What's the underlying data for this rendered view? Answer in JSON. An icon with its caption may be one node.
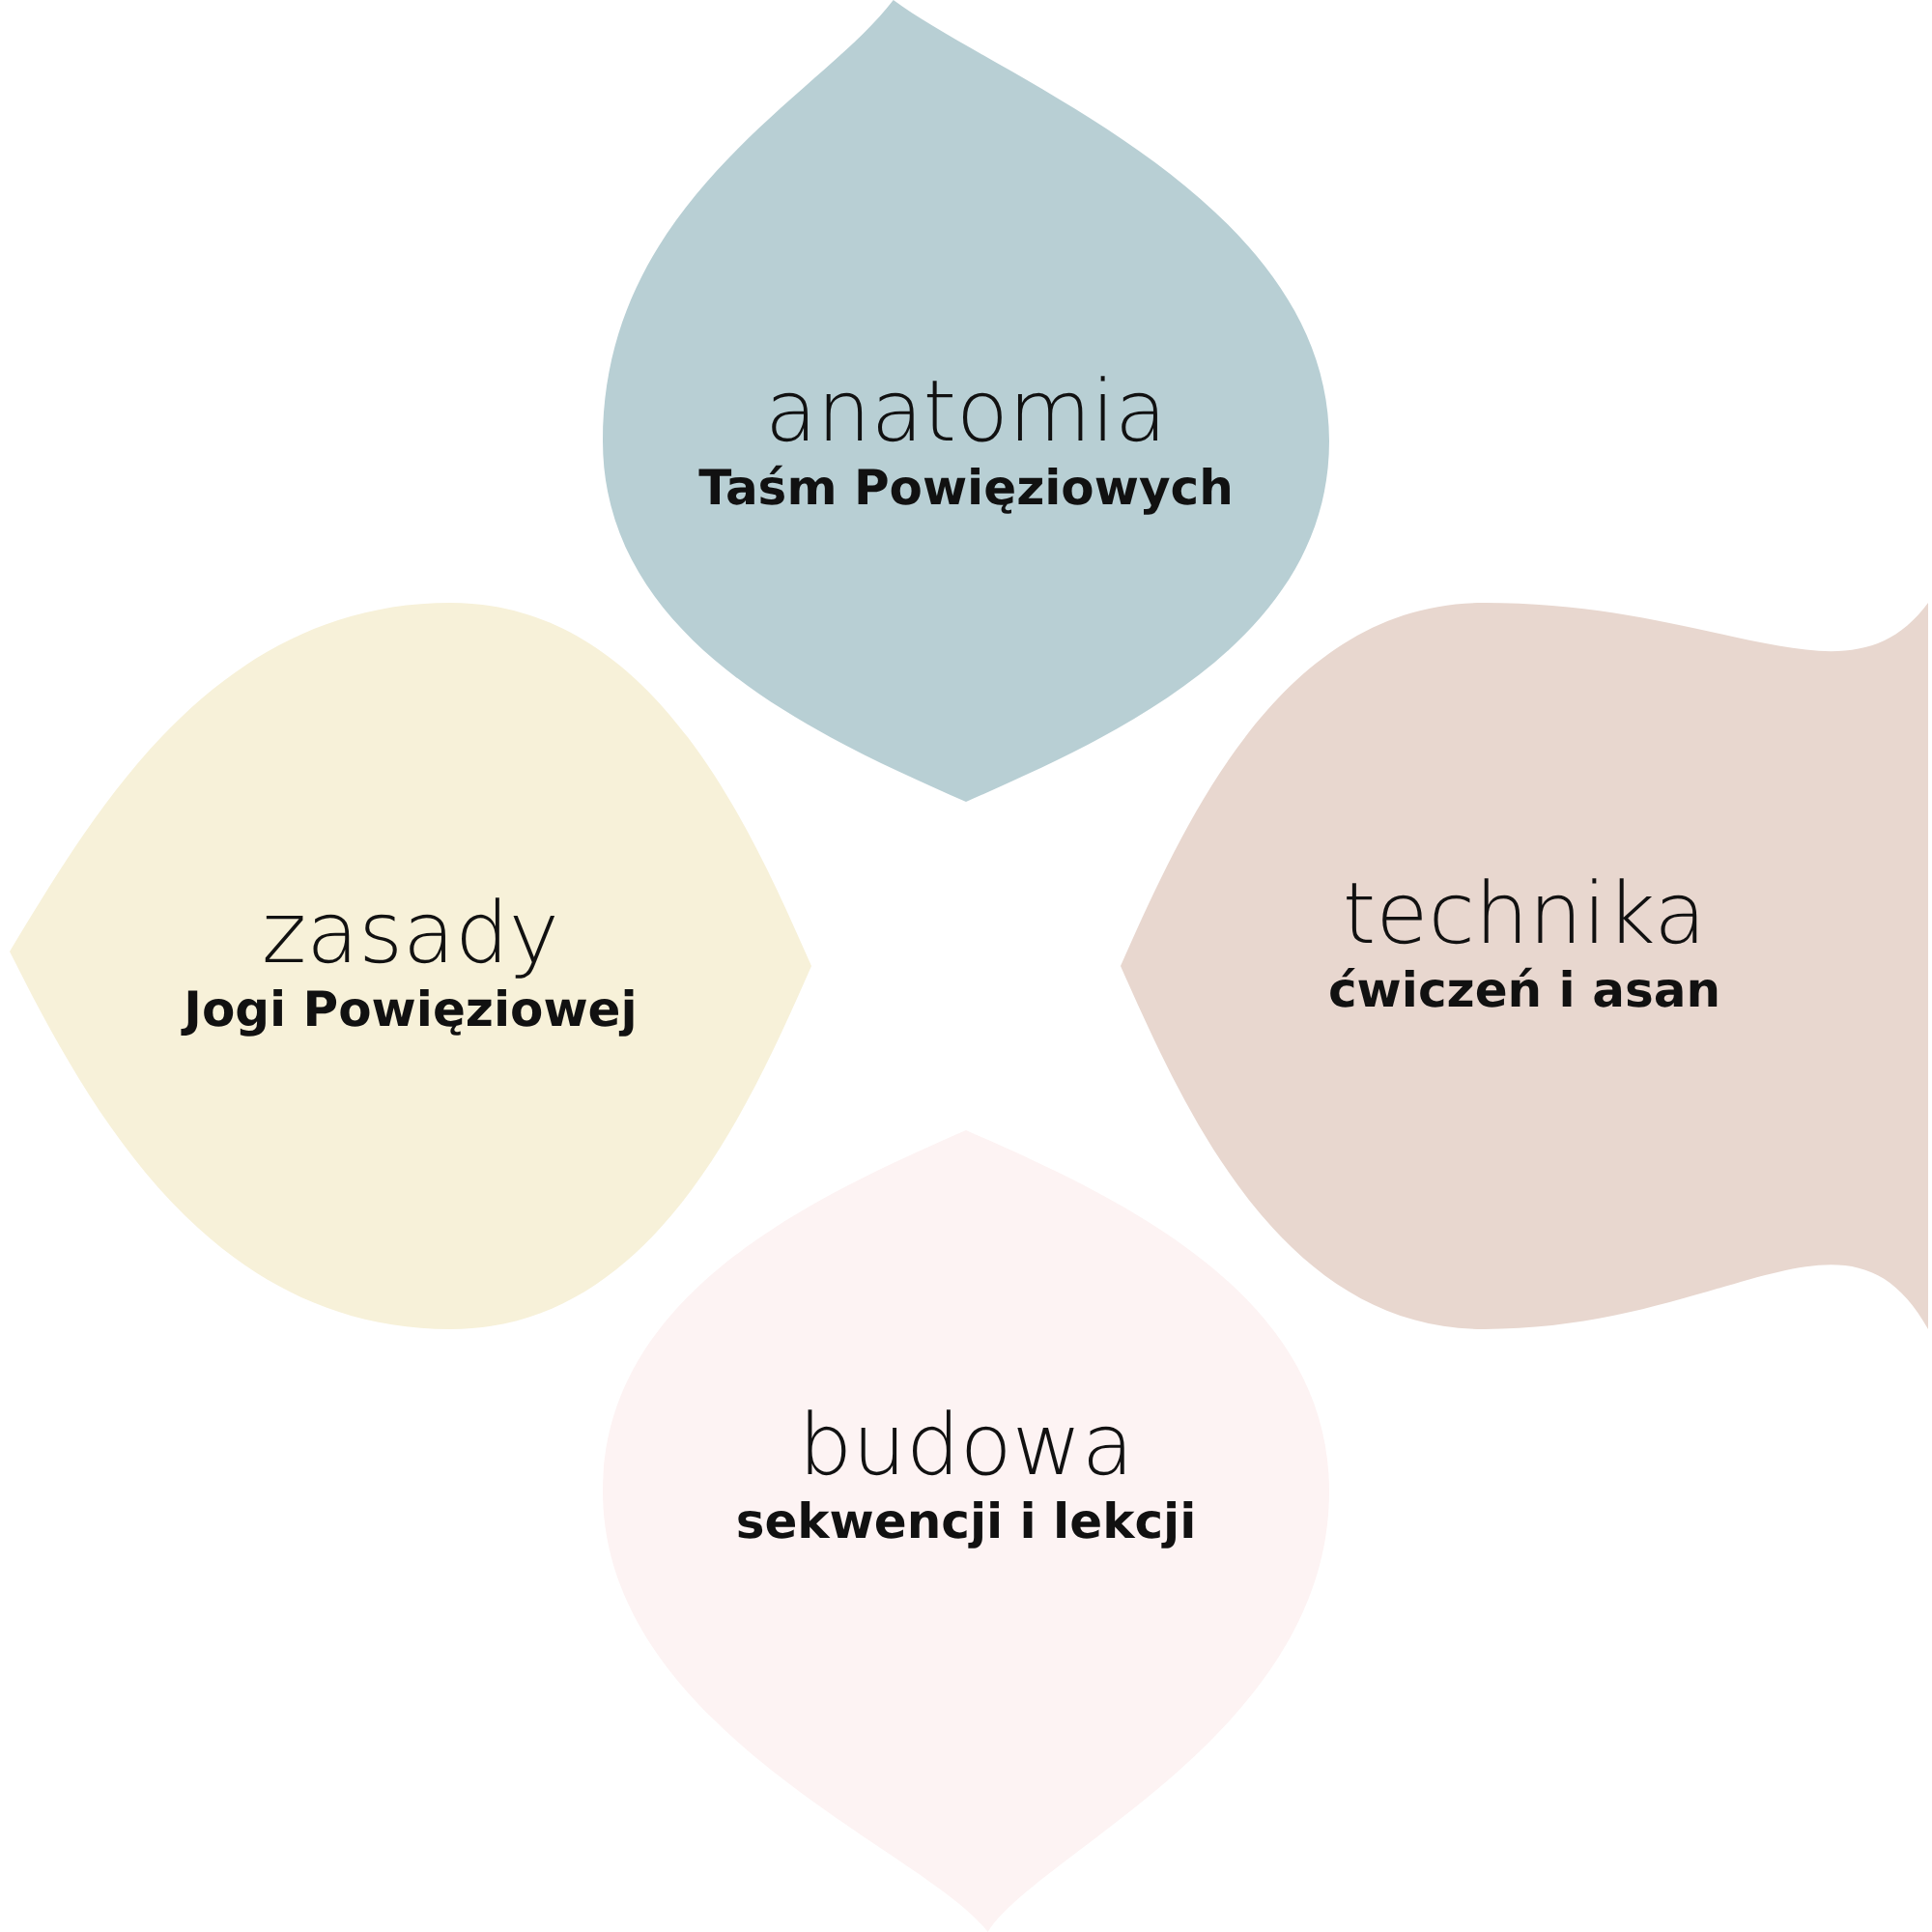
{
  "diagram": {
    "nodes": [
      {
        "text": [
          "anatomia",
          "Taśm Powięziowych"
        ]
      },
      {
        "text": [
          "zasady",
          "Jogi Powięziowej"
        ]
      },
      {
        "text": [
          "technika",
          "ćwiczeń i asan"
        ]
      },
      {
        "text": [
          "budowa",
          "sekwencji i lekcji"
        ]
      }
    ]
  }
}
